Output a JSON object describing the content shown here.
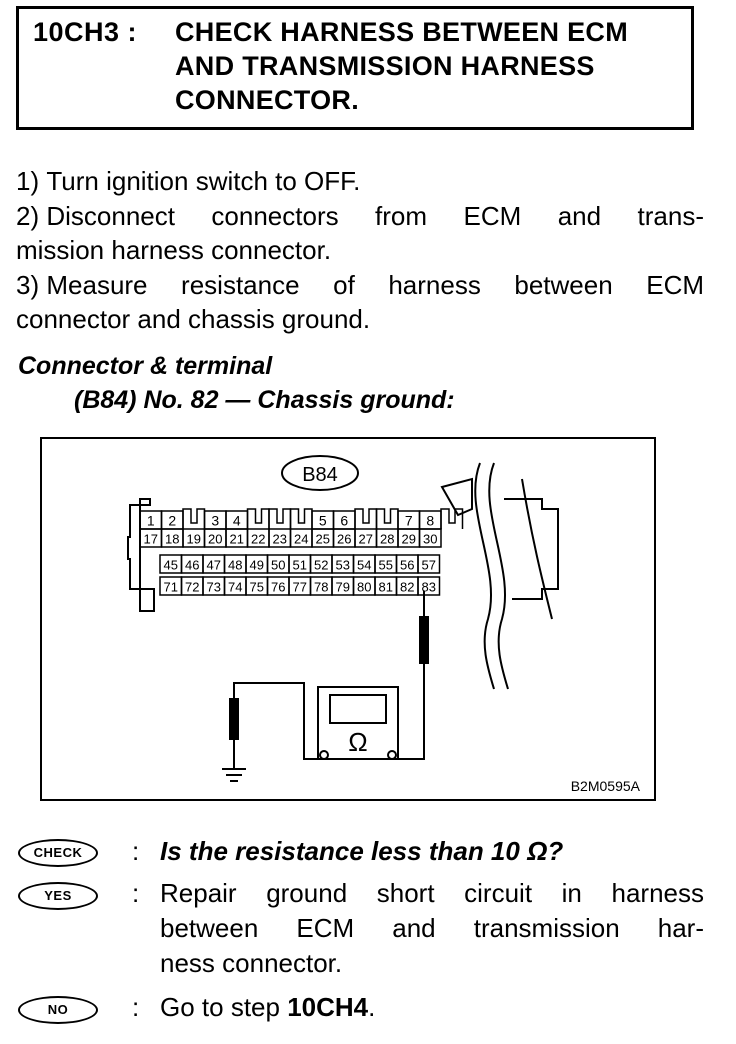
{
  "header": {
    "code": "10CH3 :",
    "title_lines": [
      "CHECK HARNESS BETWEEN ECM",
      "AND TRANSMISSION HARNESS",
      "CONNECTOR."
    ]
  },
  "steps": [
    {
      "num": "1)",
      "lines": [
        "Turn ignition switch to OFF."
      ]
    },
    {
      "num": "2)",
      "lines": [
        "Disconnect connectors from ECM and trans-",
        "mission harness connector."
      ]
    },
    {
      "num": "3)",
      "lines": [
        "Measure resistance of harness between ECM",
        "connector and chassis ground."
      ]
    }
  ],
  "connector": {
    "label": "Connector & terminal",
    "measurement": "(B84) No. 82 — Chassis ground:"
  },
  "figure": {
    "connector_id": "B84",
    "top_pins": [
      "1",
      "2",
      "3",
      "4",
      "5",
      "6",
      "7",
      "8"
    ],
    "row_2": [
      "17",
      "18",
      "19",
      "20",
      "21",
      "22",
      "23",
      "24",
      "25",
      "26",
      "27",
      "28",
      "29",
      "30"
    ],
    "row_3": [
      "45",
      "46",
      "47",
      "48",
      "49",
      "50",
      "51",
      "52",
      "53",
      "54",
      "55",
      "56",
      "57"
    ],
    "row_4": [
      "71",
      "72",
      "73",
      "74",
      "75",
      "76",
      "77",
      "78",
      "79",
      "80",
      "81",
      "82",
      "83"
    ],
    "meter_symbol": "Ω",
    "figure_code": "B2M0595A"
  },
  "check": {
    "badge": "CHECK",
    "colon": ":",
    "question": "Is the resistance less than 10 Ω?"
  },
  "yes": {
    "badge": "YES",
    "colon": ":",
    "lines": [
      "Repair ground short circuit in harness",
      "between ECM and transmission har-",
      "ness connector."
    ]
  },
  "no": {
    "badge": "NO",
    "colon": ":",
    "text_prefix": "Go to step ",
    "text_step": "10CH4",
    "text_suffix": "."
  }
}
